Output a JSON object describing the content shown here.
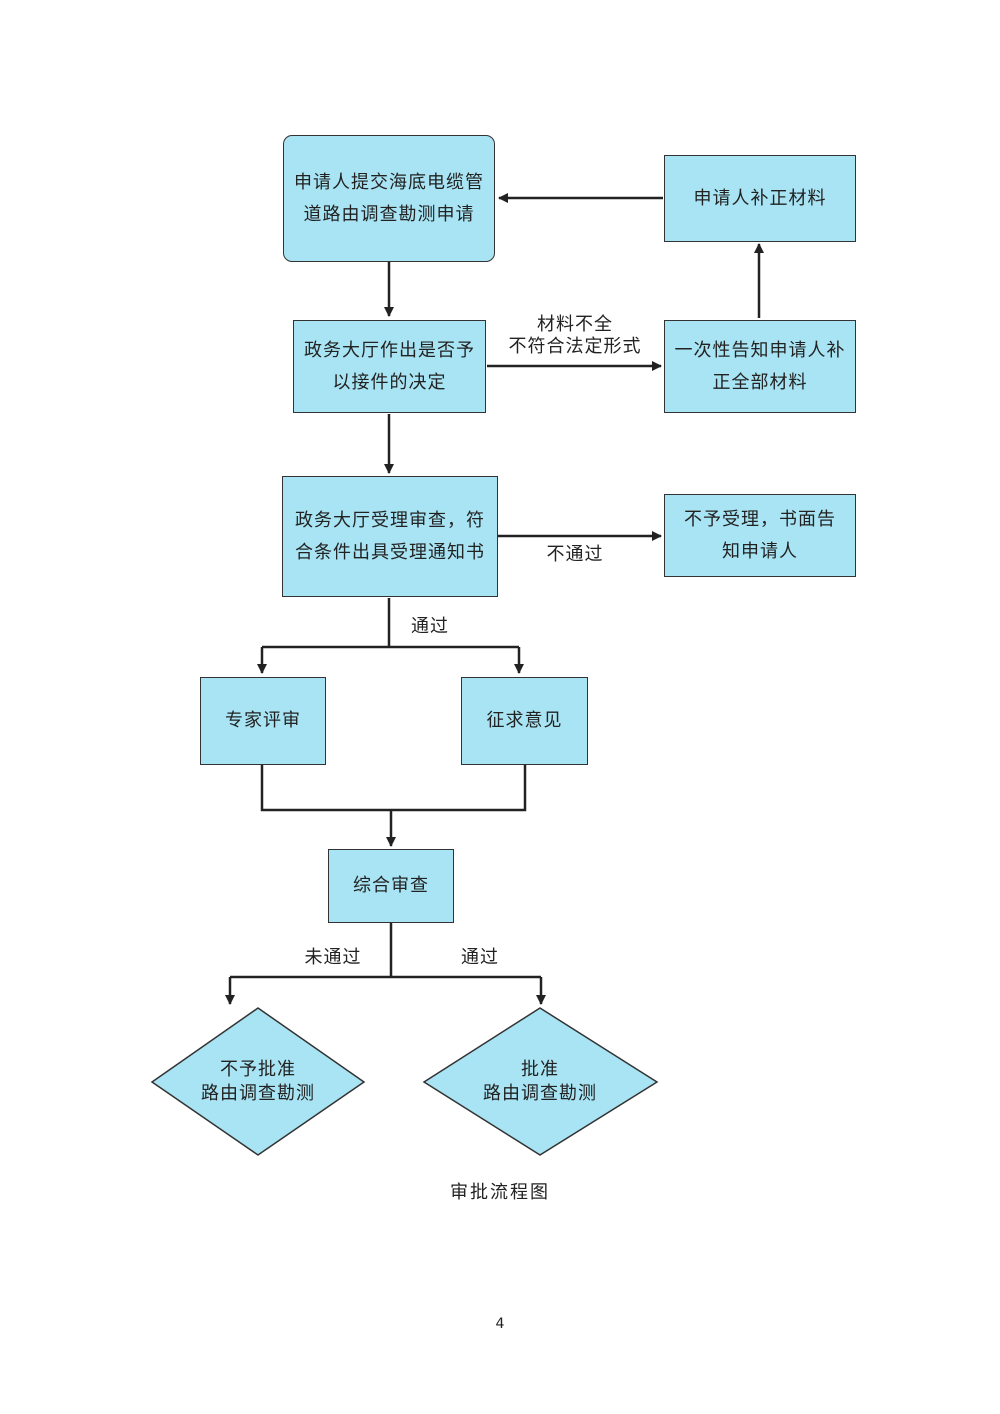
{
  "nodes": {
    "submit": "申请人提交海底电缆管道路由调查勘测申请",
    "supplement": "申请人补正材料",
    "decide_accept": "政务大厅作出是否予以接件的决定",
    "notify_once": "一次性告知申请人补正全部材料",
    "review_accept": "政务大厅受理审查，符合条件出具受理通知书",
    "reject": "不予受理，书面告知申请人",
    "expert_review": "专家评审",
    "solicit_opinion": "征求意见",
    "comprehensive": "综合审查",
    "not_approved": {
      "line1": "不予批准",
      "line2": "路由调查勘测"
    },
    "approved": {
      "line1": "批准",
      "line2": "路由调查勘测"
    }
  },
  "labels": {
    "incomplete_line1": "材料不全",
    "incomplete_line2": "不符合法定形式",
    "fail": "不通过",
    "pass": "通过",
    "not_passed": "未通过",
    "pass2": "通过"
  },
  "caption": "审批流程图",
  "page_number": "4",
  "colors": {
    "box_fill": "#a8e4f3",
    "stroke": "#222222"
  }
}
